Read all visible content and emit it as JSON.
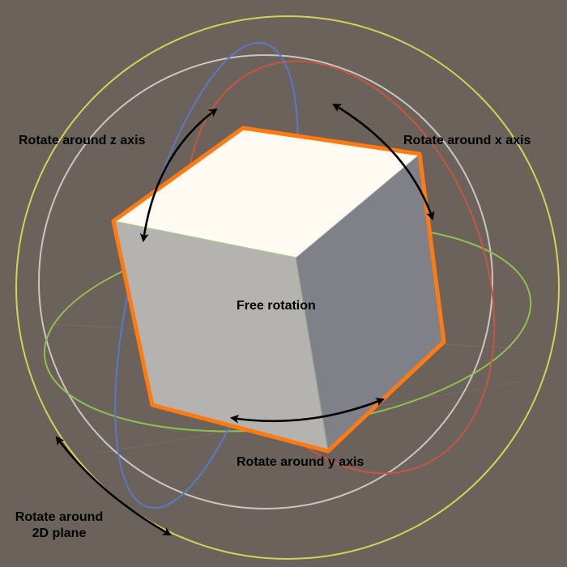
{
  "labels": {
    "rotate_z": "Rotate around z axis",
    "rotate_x": "Rotate around x axis",
    "free_rotation": "Free rotation",
    "rotate_y": "Rotate around y axis",
    "rotate_2d_line1": "Rotate around",
    "rotate_2d_line2": "2D plane"
  },
  "colors": {
    "background": "#6b635b",
    "outer_ring": "#d4d255",
    "inner_ring": "#c9c6c0",
    "x_axis_ring": "#c9553f",
    "y_axis_ring": "#8fc04a",
    "z_axis_ring": "#5a78c8",
    "selection_outline": "#ff7a10",
    "cube_top": "#fffbf3",
    "cube_left": "#b5b3b0",
    "cube_right": "#7f8088",
    "arrow": "#000000"
  }
}
